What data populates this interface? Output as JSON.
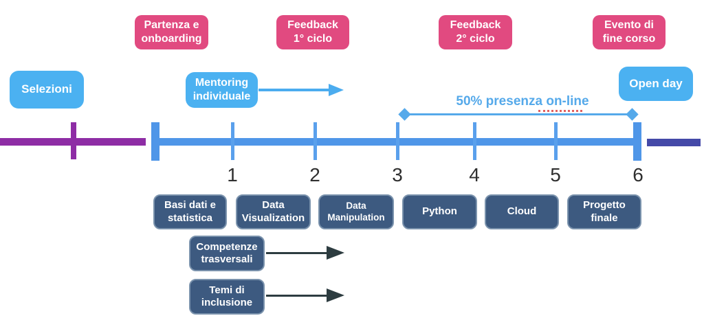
{
  "palette": {
    "pink": "#e14a80",
    "sky_blue": "#4bb1f1",
    "timeline_blue": "#4f96e8",
    "purple": "#8e2da5",
    "indigo": "#4449a8",
    "navy": "#3d5a80",
    "navy_border": "#7b93ad",
    "dark_arrow": "#2d3c40",
    "number_color": "#2f2f2f"
  },
  "phases": [
    {
      "label": "Partenza e\nonboarding"
    },
    {
      "label": "Feedback\n1° ciclo"
    },
    {
      "label": "Feedback\n2° ciclo"
    },
    {
      "label": "Evento di\nfine corso"
    }
  ],
  "events": {
    "selezioni": {
      "label": "Selezioni"
    },
    "mentoring": {
      "label": "Mentoring\nindividuale"
    },
    "open_day": {
      "label": "Open day"
    }
  },
  "annotation": {
    "label": "50% presenza on-line"
  },
  "axis": {
    "ticks": [
      "1",
      "2",
      "3",
      "4",
      "5",
      "6"
    ]
  },
  "modules": [
    {
      "label": "Basi dati e\nstatistica"
    },
    {
      "label": "Data\nVisualization"
    },
    {
      "label": "Data\nManipulation"
    },
    {
      "label": "Python"
    },
    {
      "label": "Cloud"
    },
    {
      "label": "Progetto\nfinale"
    }
  ],
  "tracks": [
    {
      "label": "Competenze\ntrasversali"
    },
    {
      "label": "Temi di\ninclusione"
    }
  ]
}
